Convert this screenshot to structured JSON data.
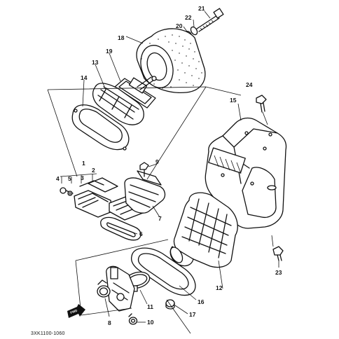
{
  "diagram": {
    "drawing_code": "3XK1100-1060",
    "fwd_label": "FWD",
    "callouts": {
      "1": "1",
      "2": "2",
      "3": "3",
      "4": "4",
      "5": "5",
      "6": "6",
      "7": "7",
      "8": "8",
      "9": "9",
      "10": "10",
      "11": "11",
      "12": "12",
      "13": "13",
      "14": "14",
      "15": "15",
      "16": "16",
      "17": "17",
      "18": "18",
      "19": "19",
      "20": "20",
      "21": "21",
      "22": "22",
      "23": "23",
      "24": "24"
    }
  }
}
